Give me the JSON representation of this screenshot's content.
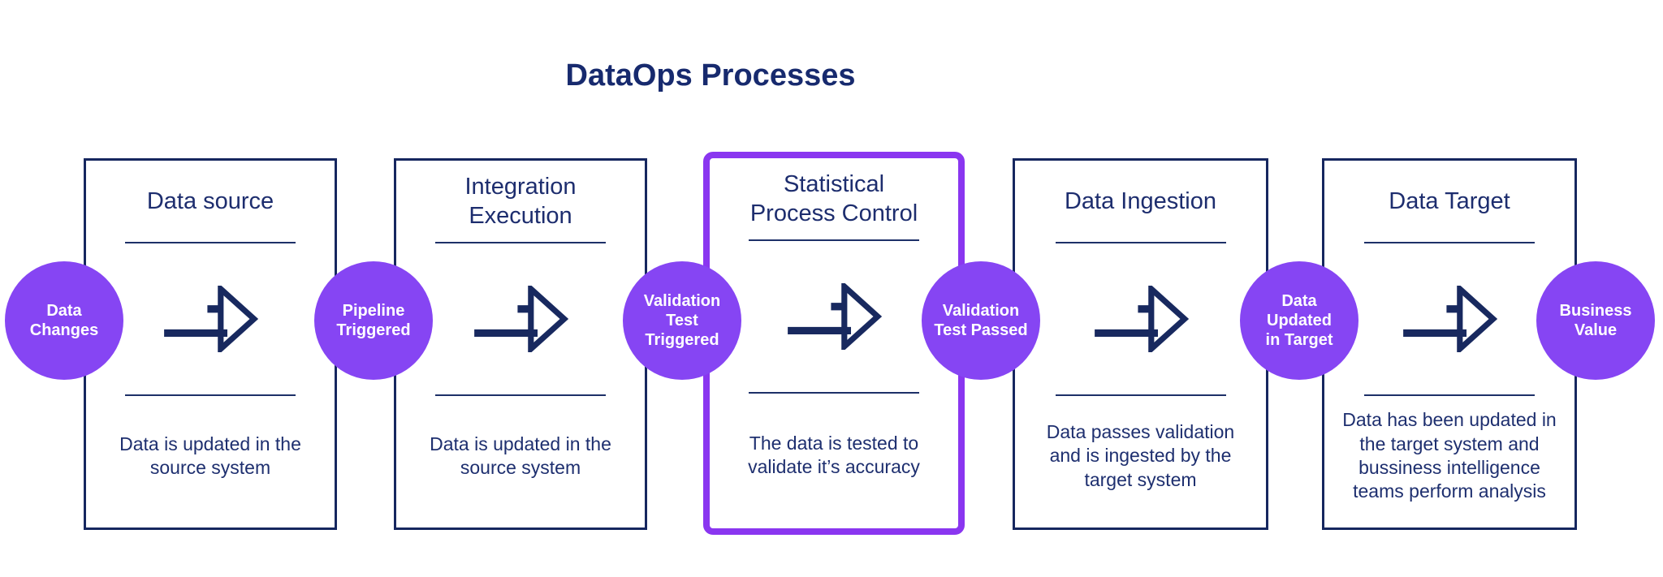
{
  "title": "DataOps Processes",
  "colors": {
    "navy_border": "#16275f",
    "navy_text": "#1d2d6e",
    "circle_purple": "#8645f3",
    "highlight_border": "#8a36f0",
    "background": "#ffffff",
    "circle_text": "#ffffff"
  },
  "boxes": [
    {
      "title": "Data source",
      "description": "Data is updated in the\nsource system",
      "highlighted": false
    },
    {
      "title": "Integration\nExecution",
      "description": "Data is updated in the\nsource system",
      "highlighted": false
    },
    {
      "title": "Statistical\nProcess Control",
      "description": "The data is tested to\nvalidate it’s accuracy",
      "highlighted": true
    },
    {
      "title": "Data Ingestion",
      "description": "Data passes validation\nand is ingested by the\ntarget system",
      "highlighted": false
    },
    {
      "title": "Data Target",
      "description": "Data has been updated in\nthe target system and\nbussiness intelligence\nteams perform analysis",
      "highlighted": false
    }
  ],
  "connectors": [
    {
      "label": "Data\nChanges"
    },
    {
      "label": "Pipeline\nTriggered"
    },
    {
      "label": "Validation\nTest\nTriggered"
    },
    {
      "label": "Validation\nTest Passed"
    },
    {
      "label": "Data\nUpdated\nin Target"
    },
    {
      "label": "Business\nValue"
    }
  ]
}
